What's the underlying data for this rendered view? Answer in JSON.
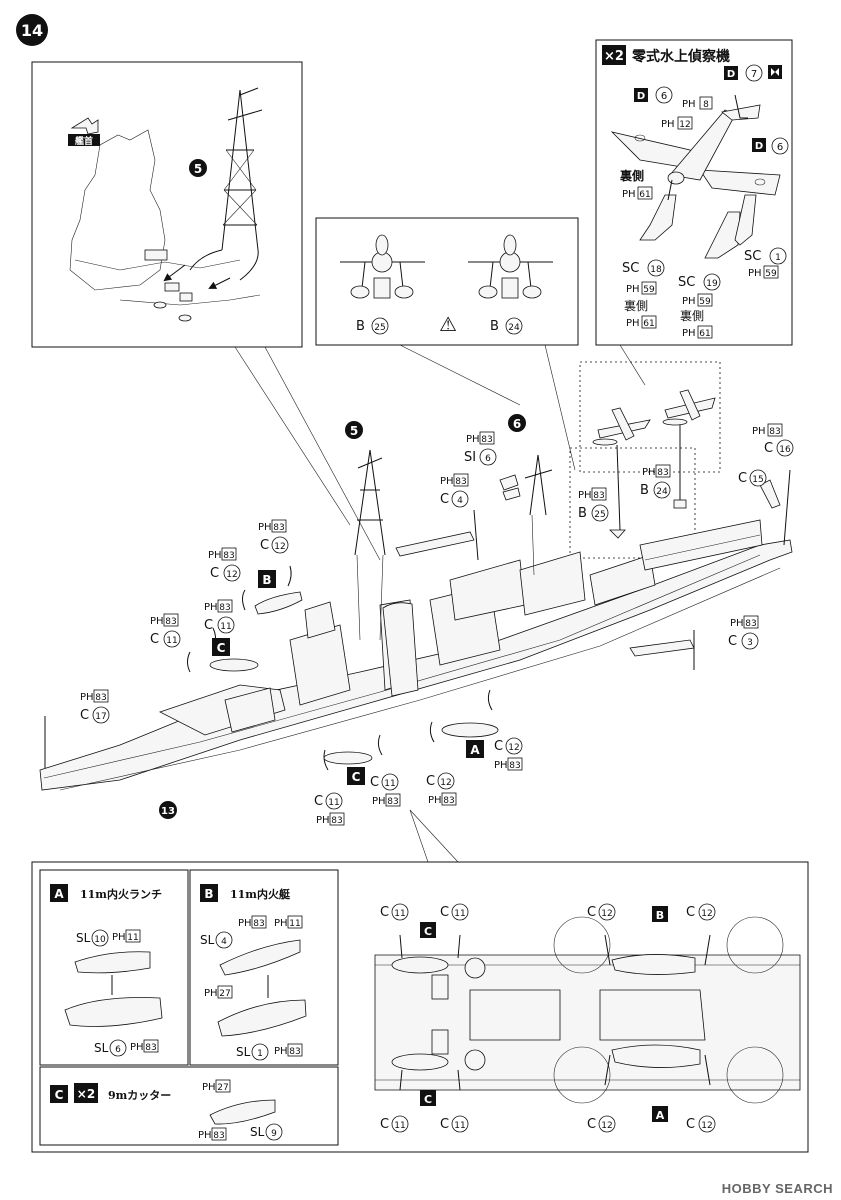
{
  "step": "14",
  "sub_steps": {
    "s5": "5",
    "s6": "6",
    "s13": "13"
  },
  "bow_label": "艦首",
  "warning_glyph": "⚠",
  "aircraft_box": {
    "qty": "×2",
    "title": "零式水上偵察機",
    "labels": {
      "d6a": "D",
      "d6a_n": "6",
      "ph8": "PH",
      "ph8_n": "8",
      "ph12": "PH",
      "ph12_n": "12",
      "d7": "D",
      "d7_n": "7",
      "d6b": "D",
      "d6b_n": "6",
      "ura1": "裏側",
      "ph61a": "PH",
      "ph61a_n": "61",
      "sc18": "SC",
      "sc18_n": "18",
      "ph59a": "PH",
      "ph59a_n": "59",
      "ura2": "裏側",
      "ph61b": "PH",
      "ph61b_n": "61",
      "sc19": "SC",
      "sc19_n": "19",
      "ph59b": "PH",
      "ph59b_n": "59",
      "ura3": "裏側",
      "ph61c": "PH",
      "ph61c_n": "61",
      "sc1": "SC",
      "sc1_n": "1",
      "ph59c": "PH",
      "ph59c_n": "59"
    }
  },
  "catapult_box": {
    "b25": "B",
    "b25_n": "25",
    "b24": "B",
    "b24_n": "24"
  },
  "main_labels": {
    "ph83_c16": "PH",
    "ph83_c16_n": "83",
    "c16": "C",
    "c16_n": "16",
    "c15": "C",
    "c15_n": "15",
    "ph83_b24": "PH",
    "ph83_b24_n": "83",
    "b24": "B",
    "b24_n": "24",
    "ph83_b25": "PH",
    "ph83_b25_n": "83",
    "b25": "B",
    "b25_n": "25",
    "ph83_sl6": "PH",
    "ph83_sl6_n": "83",
    "sl6": "SI",
    "sl6_n": "6",
    "ph83_c4": "PH",
    "ph83_c4_n": "83",
    "c4": "C",
    "c4_n": "4",
    "ph83_c3": "PH",
    "ph83_c3_n": "83",
    "c3": "C",
    "c3_n": "3",
    "ph83_c12a": "PH",
    "ph83_c12a_n": "83",
    "c12a": "C",
    "c12a_n": "12",
    "ph83_c12b": "PH",
    "ph83_c12b_n": "83",
    "c12b": "C",
    "c12b_n": "12",
    "ph83_c11a": "PH",
    "ph83_c11a_n": "83",
    "c11a": "C",
    "c11a_n": "11",
    "ph83_c11b": "PH",
    "ph83_c11b_n": "83",
    "c11b": "C",
    "c11b_n": "11",
    "ph83_c17": "PH",
    "ph83_c17_n": "83",
    "c17": "C",
    "c17_n": "17",
    "c12c": "C",
    "c12c_n": "12",
    "ph83_c12c": "PH",
    "ph83_c12c_n": "83",
    "c12d": "C",
    "c12d_n": "12",
    "ph83_c12d": "PH",
    "ph83_c12d_n": "83",
    "c11c": "C",
    "c11c_n": "11",
    "ph83_c11c": "PH",
    "ph83_c11c_n": "83",
    "c11d": "C",
    "c11d_n": "11",
    "ph83_c11d": "PH",
    "ph83_c11d_n": "83",
    "badgeA": "A",
    "badgeB": "B",
    "badgeC1": "C",
    "badgeC2": "C"
  },
  "boat_a": {
    "badge": "A",
    "title": "11m内火ランチ",
    "sl10": "SL",
    "sl10_n": "10",
    "ph11": "PH",
    "ph11_n": "11",
    "sl6": "SL",
    "sl6_n": "6",
    "ph83": "PH",
    "ph83_n": "83"
  },
  "boat_b": {
    "badge": "B",
    "title": "11m内火艇",
    "ph83": "PH",
    "ph83_n": "83",
    "ph11": "PH",
    "ph11_n": "11",
    "sl4": "SL",
    "sl4_n": "4",
    "ph27": "PH",
    "ph27_n": "27",
    "sl1": "SL",
    "sl1_n": "1",
    "ph83b": "PH",
    "ph83b_n": "83"
  },
  "boat_c": {
    "badge": "C",
    "qty": "×2",
    "title": "9mカッター",
    "ph27": "PH",
    "ph27_n": "27",
    "ph83": "PH",
    "ph83_n": "83",
    "sl9": "SL",
    "sl9_n": "9"
  },
  "top_view": {
    "c11a": "C",
    "c11a_n": "11",
    "c11b": "C",
    "c11b_n": "11",
    "c12a": "C",
    "c12a_n": "12",
    "c12b": "C",
    "c12b_n": "12",
    "c11c": "C",
    "c11c_n": "11",
    "c11d": "C",
    "c11d_n": "11",
    "c12c": "C",
    "c12c_n": "12",
    "c12d": "C",
    "c12d_n": "12",
    "badgeB": "B",
    "badgeA": "A",
    "badgeC1": "C",
    "badgeC2": "C"
  },
  "watermark": "HOBBY SEARCH"
}
